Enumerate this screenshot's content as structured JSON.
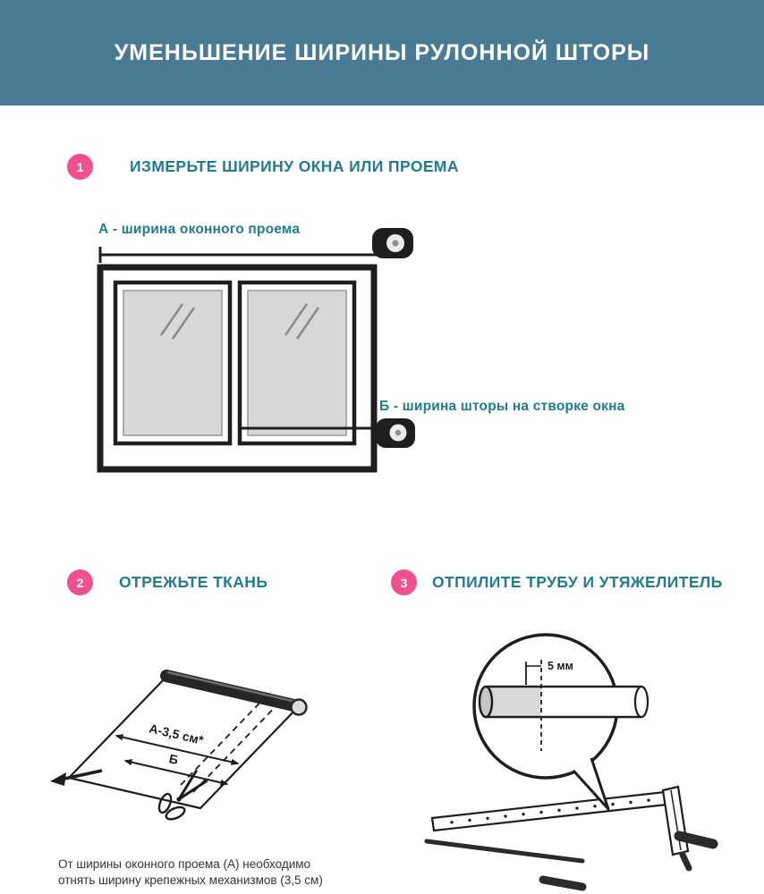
{
  "header": {
    "title": "УМЕНЬШЕНИЕ ШИРИНЫ РУЛОННОЙ ШТОРЫ"
  },
  "colors": {
    "header_bg": "#4a7b94",
    "accent_pink": "#f0508f",
    "accent_teal": "#1e7d92",
    "ink": "#1e1e1e",
    "glass_gray": "#d8d8d8"
  },
  "step1": {
    "number": "1",
    "title": "ИЗМЕРЬТЕ ШИРИНУ ОКНА ИЛИ ПРОЕМА",
    "label_a": "А - ширина оконного проема",
    "label_b": "Б - ширина шторы на створке окна"
  },
  "step2": {
    "number": "2",
    "title": "ОТРЕЖЬТЕ ТКАНЬ",
    "fabric_label_a": "А-3,5 см*",
    "fabric_label_b": "Б",
    "caption_line1": "От ширины оконного проема (А) необходимо",
    "caption_line2": "отнять ширину крепежных механизмов (3,5 см)"
  },
  "step3": {
    "number": "3",
    "title": "ОТПИЛИТЕ ТРУБУ И УТЯЖЕЛИТЕЛЬ",
    "dimension_label": "5 мм"
  }
}
